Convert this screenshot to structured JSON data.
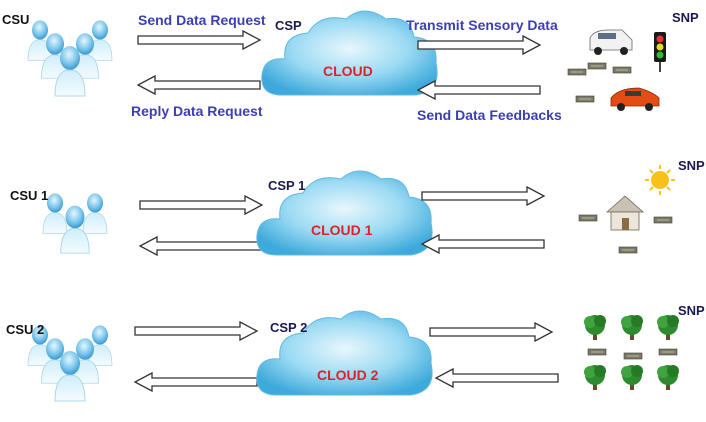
{
  "rows": [
    {
      "csu": "CSU",
      "csp": "CSP",
      "cloud": "CLOUD",
      "snp": "SNP",
      "send_request": "Send Data Request",
      "reply_request": "Reply Data Request",
      "transmit": "Transmit Sensory Data",
      "feedback": "Send Data Feedbacks"
    },
    {
      "csu": "CSU 1",
      "csp": "CSP 1",
      "cloud": "CLOUD 1",
      "snp": "SNP"
    },
    {
      "csu": "CSU 2",
      "csp": "CSP 2",
      "cloud": "CLOUD 2",
      "snp": "SNP"
    }
  ],
  "colors": {
    "cloud": "#6fc8ee",
    "user": "#6ebde6",
    "arrow_label": "#3b3fb3",
    "cloud_label": "#e0202a",
    "tree": "#2e8a2e"
  },
  "icons": [
    "users-icon",
    "cloud-icon",
    "car-icon",
    "traffic-light-icon",
    "sensor-icon",
    "house-icon",
    "sun-icon",
    "tree-icon"
  ]
}
